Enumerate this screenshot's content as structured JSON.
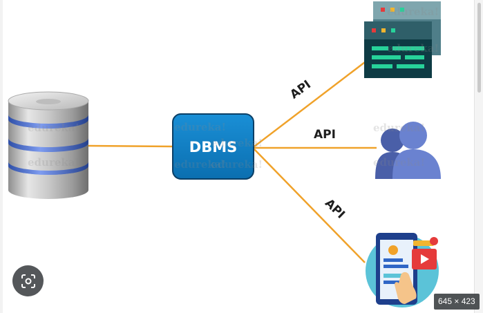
{
  "diagram": {
    "center_label": "DBMS",
    "api_labels": [
      "API",
      "API",
      "API"
    ],
    "watermark": "edureka!",
    "colors": {
      "connector": "#f0a22a",
      "dbms_box": "#0f7fc6",
      "dbms_border": "#0b3f66",
      "server_dark": "#0e3b44",
      "server_light": "#3f6f7a",
      "accent_green": "#27d29a",
      "users": "#5b72c2",
      "phone_circle": "#5bc3d8"
    }
  },
  "overlay": {
    "size_badge": "645 × 423",
    "lens_button_icon": "visual-search-icon"
  }
}
